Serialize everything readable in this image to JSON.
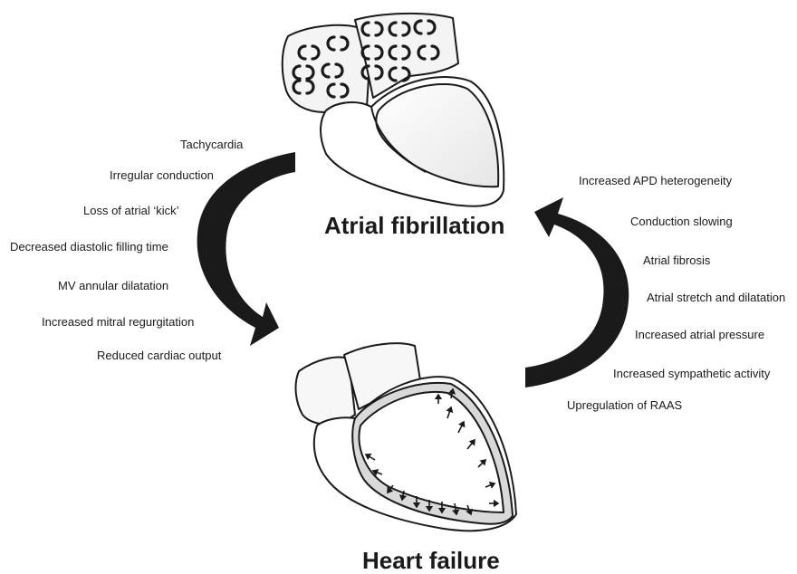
{
  "titles": {
    "top": "Atrial fibrillation",
    "bottom": "Heart failure"
  },
  "left_causes": [
    "Tachycardia",
    "Irregular conduction",
    "Loss of atrial ‘kick’",
    "Decreased diastolic filling time",
    "MV annular dilatation",
    "Increased mitral regurgitation",
    "Reduced cardiac output"
  ],
  "right_causes": [
    "Increased APD heterogeneity",
    "Conduction slowing",
    "Atrial fibrosis",
    "Atrial stretch and dilatation",
    "Increased atrial pressure",
    "Increased sympathetic activity",
    "Upregulation of RAAS"
  ],
  "colors": {
    "arrow": "#1a1a1a",
    "outline": "#1a1a1a",
    "shade": "#d9d9d9",
    "background": "#ffffff"
  }
}
